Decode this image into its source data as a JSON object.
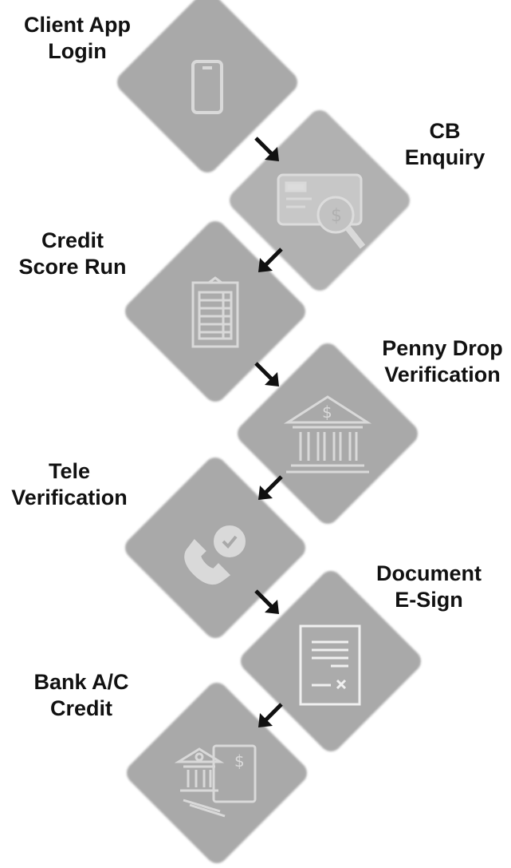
{
  "steps": [
    {
      "name": "client-app-login",
      "label_line1": "Client App",
      "label_line2": "Login",
      "icon": "smartphone-icon"
    },
    {
      "name": "cb-enquiry",
      "label_line1": "CB",
      "label_line2": "Enquiry",
      "icon": "credit-card-search-icon"
    },
    {
      "name": "credit-score-run",
      "label_line1": "Credit",
      "label_line2": "Score Run",
      "icon": "clipboard-icon"
    },
    {
      "name": "penny-drop-verification",
      "label_line1": "Penny Drop",
      "label_line2": "Verification",
      "icon": "bank-icon"
    },
    {
      "name": "tele-verification",
      "label_line1": "Tele",
      "label_line2": "Verification",
      "icon": "phone-check-icon"
    },
    {
      "name": "document-esign",
      "label_line1": "Document",
      "label_line2": "E-Sign",
      "icon": "document-sign-icon"
    },
    {
      "name": "bank-ac-credit",
      "label_line1": "Bank A/C",
      "label_line2": "Credit",
      "icon": "bank-cards-icon"
    }
  ],
  "colors": {
    "diamond": "#a9a9a9",
    "icon": "#d9d9d9",
    "arrow": "#111111",
    "text": "#111111"
  }
}
